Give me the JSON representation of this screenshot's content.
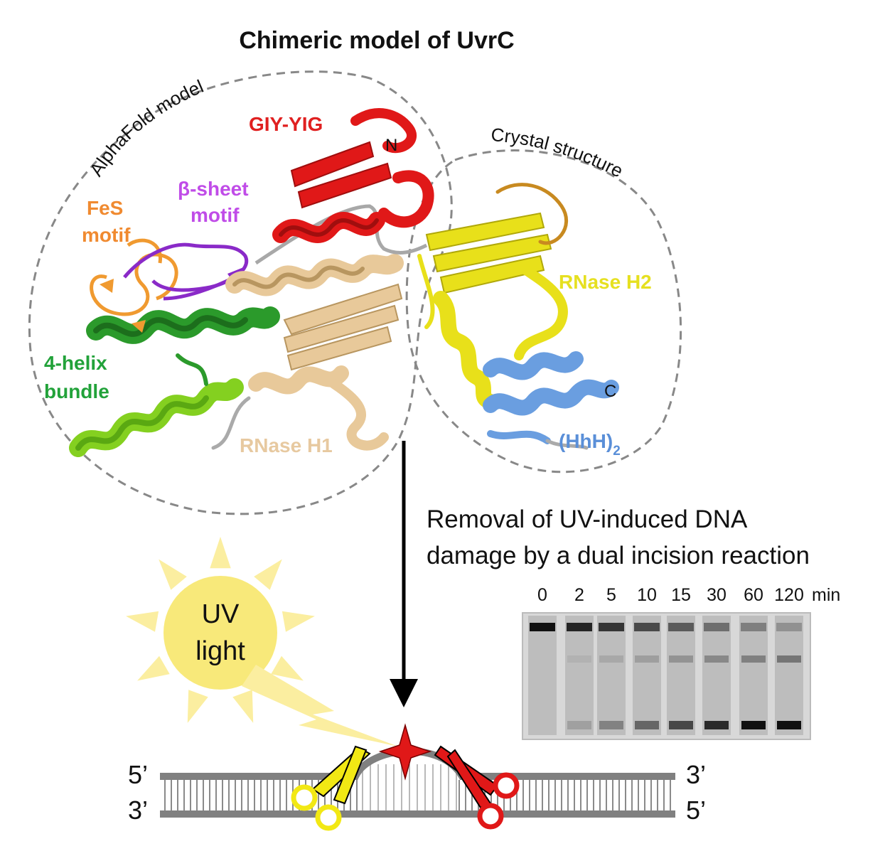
{
  "title": "Chimeric model of UvrC",
  "regions": {
    "alphafold": "AlphaFold model",
    "crystal": "Crystal structure"
  },
  "domains": {
    "giy_yig": {
      "label": "GIY-YIG",
      "color": "#e02020"
    },
    "beta_sheet_line1": {
      "label": "β-sheet",
      "color": "#c04ce8"
    },
    "beta_sheet_line2": {
      "label": "motif",
      "color": "#c04ce8"
    },
    "fes_line1": {
      "label": "FeS",
      "color": "#f08a30"
    },
    "fes_line2": {
      "label": "motif",
      "color": "#f08a30"
    },
    "helix_line1": {
      "label": "4-helix",
      "color": "#22a23a"
    },
    "helix_line2": {
      "label": "bundle",
      "color": "#22a23a"
    },
    "rnase_h1": {
      "label": "RNase H1",
      "color": "#e7c9a0"
    },
    "rnase_h2": {
      "label": "RNase H2",
      "color": "#e6e020"
    },
    "hhh": {
      "label": "(HhH)",
      "subscript": "2",
      "color": "#5a8fd8"
    }
  },
  "termini": {
    "n": "N",
    "c": "C"
  },
  "removal_text": {
    "line1": "Removal of UV-induced DNA",
    "line2": "damage by a dual incision reaction"
  },
  "gel": {
    "time_labels": [
      "0",
      "2",
      "5",
      "10",
      "15",
      "30",
      "60",
      "120"
    ],
    "unit": "min"
  },
  "uv": {
    "line1": "UV",
    "line2": "light"
  },
  "dna_ends": {
    "top_left": "5’",
    "top_right": "3’",
    "bottom_left": "3’",
    "bottom_right": "5’"
  },
  "colors": {
    "sun": "#f8e97a",
    "sun_rays": "#fbeea0",
    "dna": "#808080",
    "lesion": "#e01818",
    "scissors_left": "#f2e814",
    "scissors_right": "#e01818"
  }
}
